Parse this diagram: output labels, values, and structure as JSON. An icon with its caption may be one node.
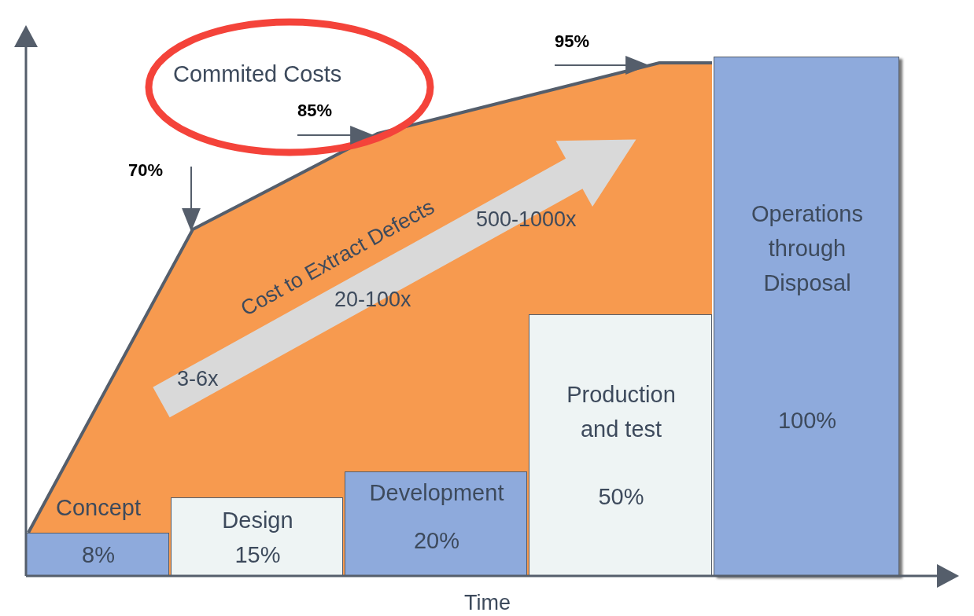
{
  "diagram": {
    "nodes": [
      {
        "text": [],
        "shape": "area"
      },
      {
        "text": [
          "Concept",
          "8%"
        ],
        "in": 0
      },
      {
        "text": [
          "Design",
          "15%"
        ],
        "in": 0
      },
      {
        "text": [
          "Development",
          "20%"
        ],
        "in": 0
      },
      {
        "text": [
          "Production and test",
          "50%"
        ],
        "in": 0
      },
      {
        "text": [
          "Operations through Disposal",
          "100%"
        ]
      },
      {
        "text": [
          "Commited Costs"
        ]
      },
      {
        "text": [
          "70%"
        ]
      },
      {
        "text": [
          "85%"
        ],
        "in": 6
      },
      {
        "text": [
          "95%"
        ]
      }
    ],
    "edges": [
      {
        "from": 7,
        "to": 0,
        "arrow": "to"
      },
      {
        "from": 8,
        "to": 0,
        "arrow": "to"
      },
      {
        "from": 9,
        "to": 0,
        "arrow": "to"
      }
    ],
    "labels": [
      "Cost to Extract Defects",
      "3-6x",
      "20-100x",
      "500-1000x",
      "Time"
    ]
  }
}
